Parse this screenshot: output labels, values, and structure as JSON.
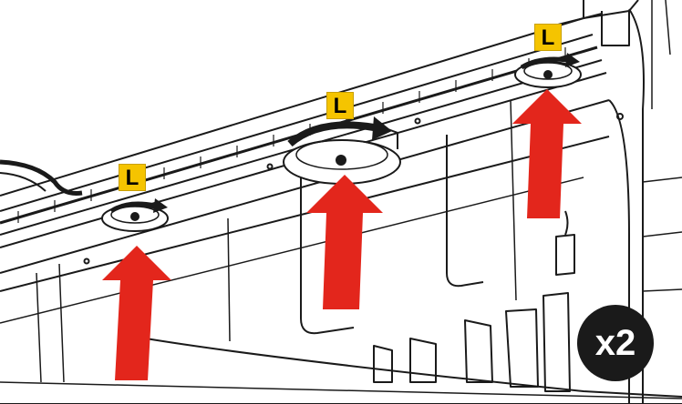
{
  "labels": {
    "left": "L",
    "center": "L",
    "right": "L"
  },
  "quantity": "x2",
  "colors": {
    "arrow": "#e3261c",
    "badge": "#f5c400",
    "badge_text": "#000000",
    "quantity_bg": "#1a1a1a",
    "quantity_text": "#ffffff",
    "line": "#1a1a1a"
  },
  "icons": {
    "arrow": "up-arrow-icon",
    "rotation": "rotate-clockwise-icon"
  }
}
